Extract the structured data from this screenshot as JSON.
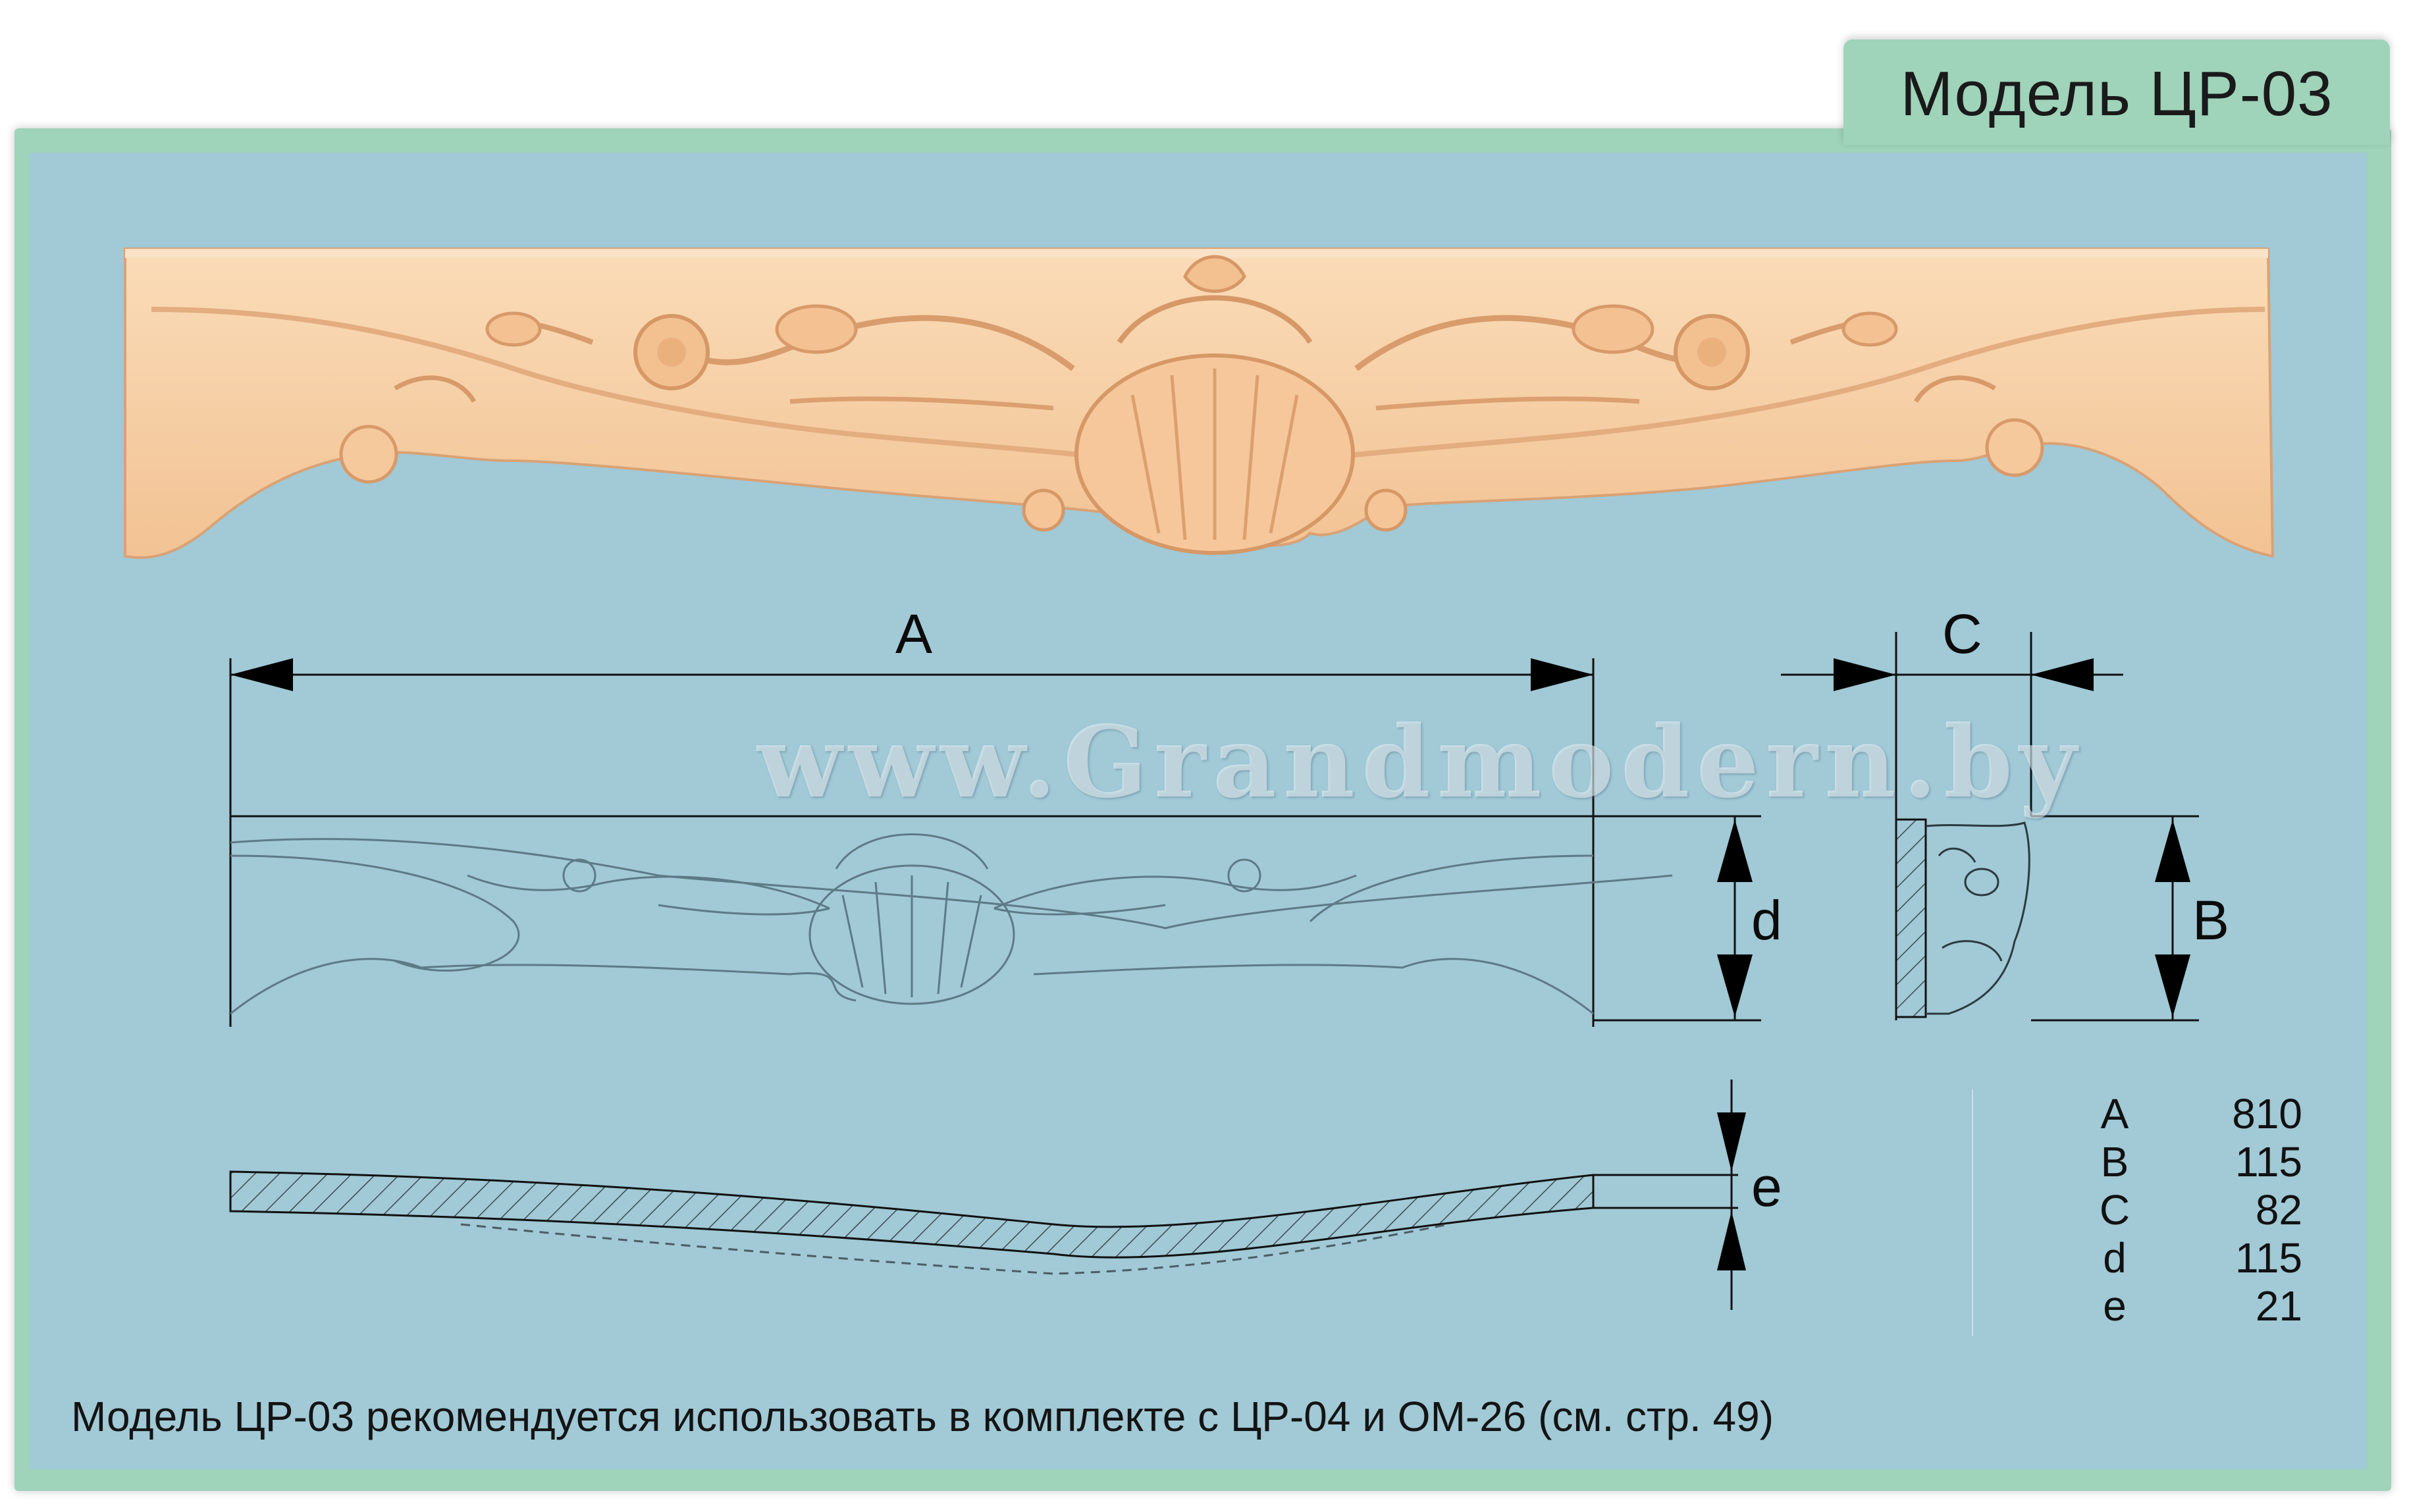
{
  "header": {
    "model_title": "Модель ЦР-03"
  },
  "watermark": "www.Grandmodern.by",
  "dimensions": {
    "labels": {
      "length": "A",
      "depth": "C",
      "height_side": "B",
      "height_front": "d",
      "thickness": "e"
    },
    "spec_table": [
      {
        "key": "A",
        "value": "810"
      },
      {
        "key": "B",
        "value": "115"
      },
      {
        "key": "C",
        "value": "82"
      },
      {
        "key": "d",
        "value": "115"
      },
      {
        "key": "e",
        "value": "21"
      }
    ]
  },
  "footer": {
    "note": "Модель ЦР-03 рекомендуется использовать в комплекте с ЦР-04 и ОМ-26 (см. стр. 49)"
  },
  "colors": {
    "frame": "#9fd3ba",
    "panel": "#a1c9d6",
    "wood": "#f7cfa6",
    "line": "#111111"
  }
}
